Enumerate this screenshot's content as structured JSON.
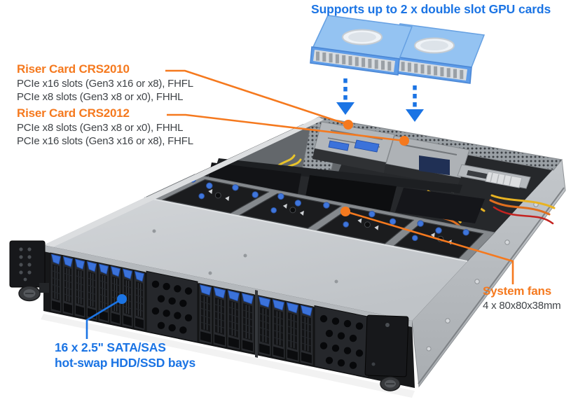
{
  "annotations": {
    "gpu_support": {
      "label": "Supports up to 2 x double slot GPU cards"
    },
    "riser_crs2010": {
      "title": "Riser Card CRS2010",
      "line1": "PCIe x16 slots (Gen3 x16 or x8), FHFL",
      "line2": "PCIe x8 slots (Gen3 x8 or x0), FHHL"
    },
    "riser_crs2012": {
      "title": "Riser Card CRS2012",
      "line1": "PCIe x8 slots (Gen3 x8 or x0), FHHL",
      "line2": "PCIe x16 slots (Gen3 x16 or x8), FHFL"
    },
    "system_fans": {
      "title": "System fans",
      "line1": "4 x 80x80x38mm"
    },
    "hdd_bays": {
      "line1": "16 x 2.5\" SATA/SAS",
      "line2": "hot-swap HDD/SSD bays"
    }
  },
  "colors": {
    "accent_blue": "#1b74e4",
    "accent_orange": "#f5791e",
    "body_text": "#3f4347"
  }
}
